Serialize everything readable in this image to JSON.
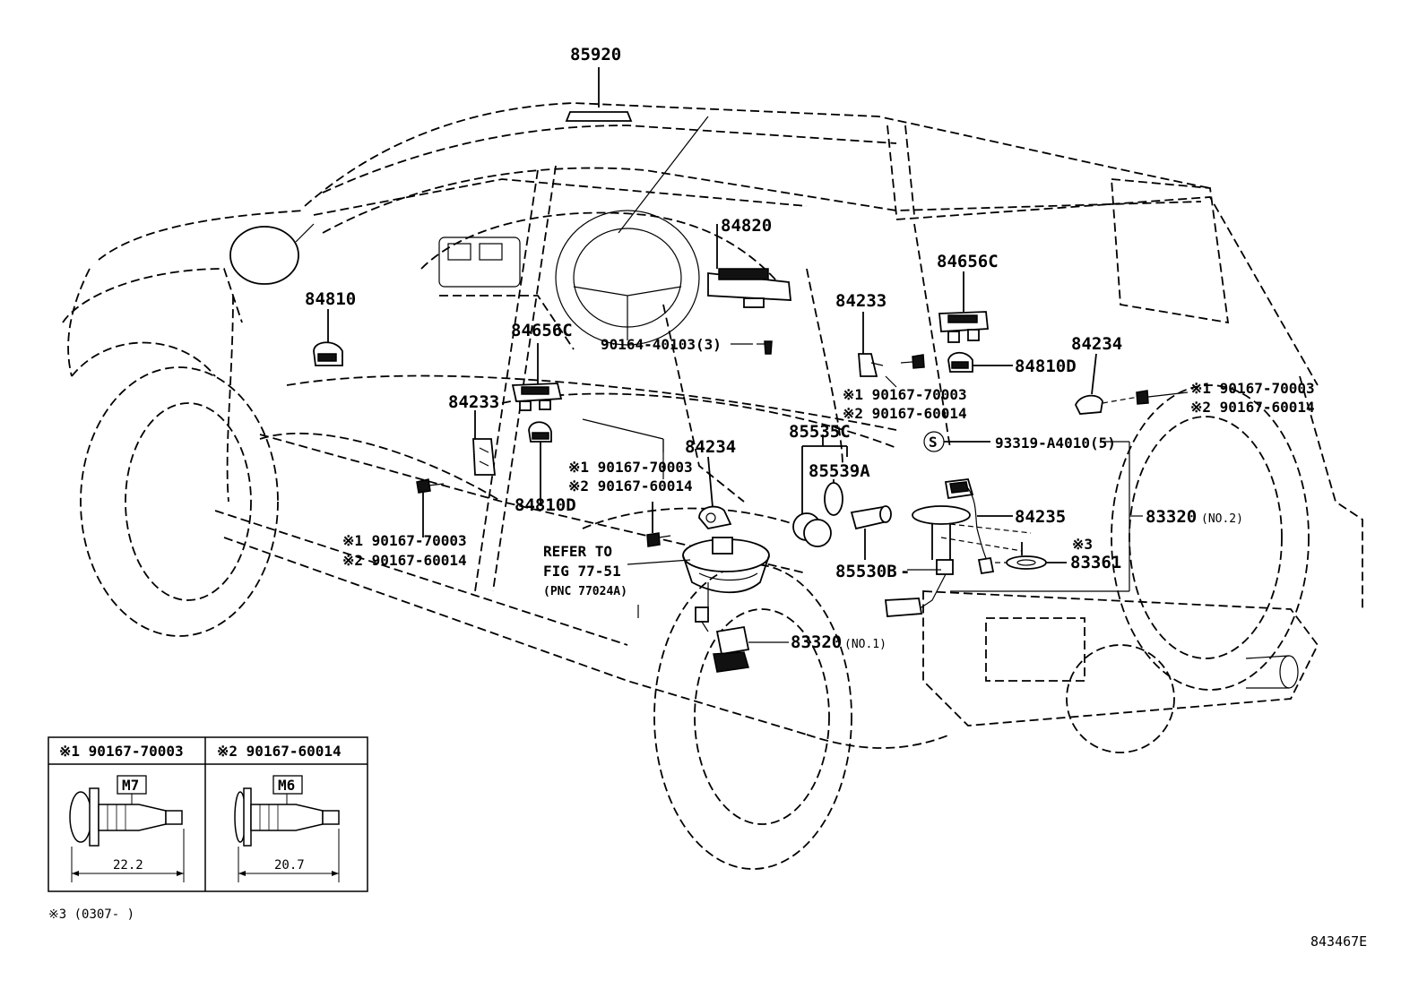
{
  "labels": {
    "p85920": "85920",
    "p84820": "84820",
    "p84810": "84810",
    "p84656c_left": "84656C",
    "p84656c_right": "84656C",
    "p90164": "90164-40103(3)",
    "p84233_left": "84233",
    "p84233_right": "84233",
    "p84234_center": "84234",
    "p84234_right": "84234",
    "p84810d_left": "84810D",
    "p84810d_right": "84810D",
    "p85535c": "85535C",
    "p85539a": "85539A",
    "p85530b": "85530B",
    "p84235": "84235",
    "p93319": "93319-A4010(5)",
    "s_symbol": "S",
    "p83320_no2": "83320",
    "no2": "(NO.2)",
    "p83320_no1": "83320",
    "no1": "(NO.1)",
    "p83361": "83361",
    "note3_mark": "※3",
    "refer_line1": "REFER TO",
    "refer_line2": "FIG 77-51",
    "refer_line3": "(PNC 77024A)",
    "ref1_a": "※1 90167-70003",
    "ref2_a": "※2 90167-60014",
    "ref1_b": "※1 90167-70003",
    "ref2_b": "※2 90167-60014",
    "ref1_c": "※1 90167-70003",
    "ref2_c": "※2 90167-60014",
    "ref1_d": "※1 90167-70003",
    "ref2_d": "※2 90167-60014",
    "dash_line": "-"
  },
  "inset": {
    "col1_header": "※1 90167-70003",
    "col2_header": "※2 90167-60014",
    "col1_thread": "M7",
    "col2_thread": "M6",
    "col1_length": "22.2",
    "col2_length": "20.7"
  },
  "footnote": "※3 (0307-      )",
  "figure_code": "843467E"
}
